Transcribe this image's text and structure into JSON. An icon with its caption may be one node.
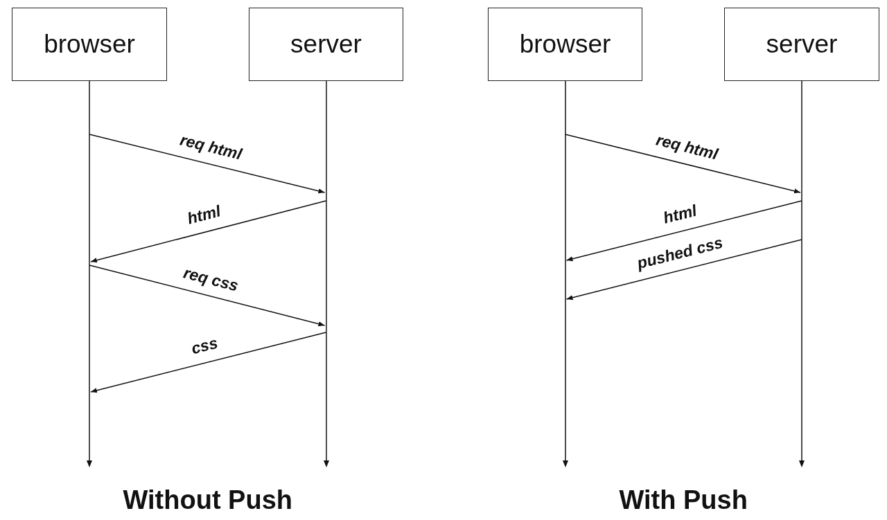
{
  "diagram": {
    "nodes": [
      {
        "text": [
          "browser"
        ]
      },
      {
        "text": [
          "server"
        ]
      },
      {
        "text": [
          "browser"
        ]
      },
      {
        "text": [
          "server"
        ]
      }
    ],
    "edges": [
      {
        "from": 0,
        "to": 1,
        "arrow": "to",
        "label": "req html"
      },
      {
        "from": 1,
        "to": 0,
        "arrow": "to",
        "label": "html"
      },
      {
        "from": 0,
        "to": 1,
        "arrow": "to",
        "label": "req css"
      },
      {
        "from": 1,
        "to": 0,
        "arrow": "to",
        "label": "css"
      },
      {
        "from": 2,
        "to": 3,
        "arrow": "to",
        "label": "req html"
      },
      {
        "from": 3,
        "to": 2,
        "arrow": "to",
        "label": "html"
      },
      {
        "from": 3,
        "to": 2,
        "arrow": "to",
        "label": "pushed css"
      }
    ],
    "labels": [
      "Without Push",
      "With Push"
    ]
  }
}
